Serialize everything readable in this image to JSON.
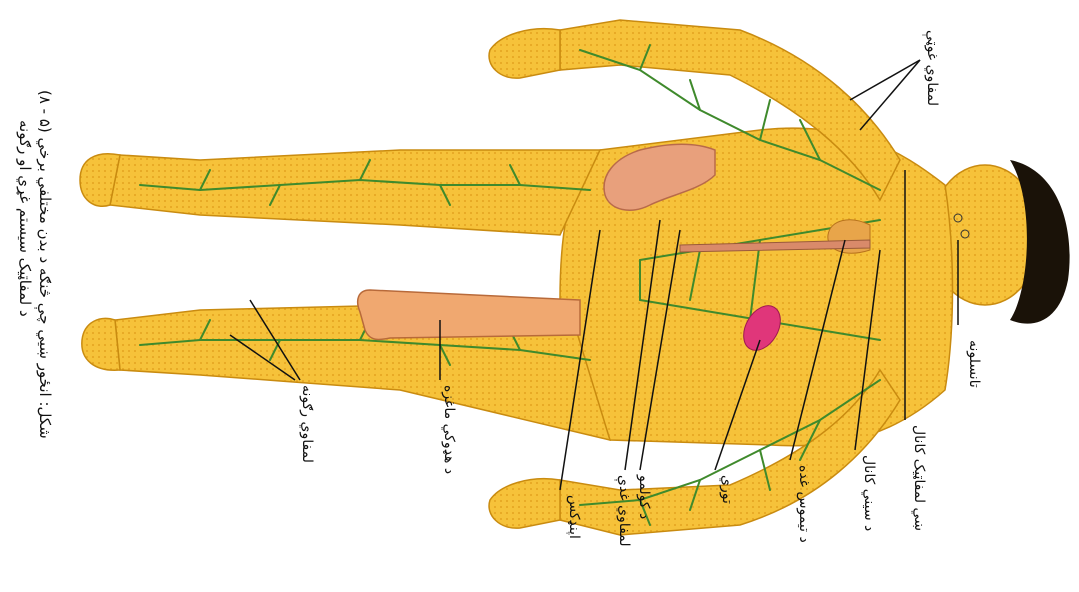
{
  "caption": {
    "line1": "(۸ - ۵) شکل: انځور ښيي چې څنګه د بدن مختلفي برخي",
    "line2": "د لمفاټيک سیستم غړي او رګونه"
  },
  "labels": {
    "tonsils": "تانسلونه",
    "lymphatic_duct": "ښي لمفاټيک کانال",
    "thoracic_duct": "د سيني کانال",
    "thymus": "د تيموس غده",
    "spleen": "توري",
    "intestinal_lymph": "لمفاوي غدې",
    "intestine": "د کولمو",
    "appendix": "اپنډکس",
    "bone_marrow": "د هډوکي ماغزه",
    "lymph_vessels": "لمفاوي رګونه",
    "lymph_nodes_axilla": "لمفاوي غوټې"
  },
  "colors": {
    "skin": "#f6c23a",
    "skin_dots": "#e3a21f",
    "vessels": "#3f8a2c",
    "spleen": "#e0367a",
    "intestine": "#e8a07c",
    "bone": "#f0a870",
    "hair": "#1a1208"
  }
}
